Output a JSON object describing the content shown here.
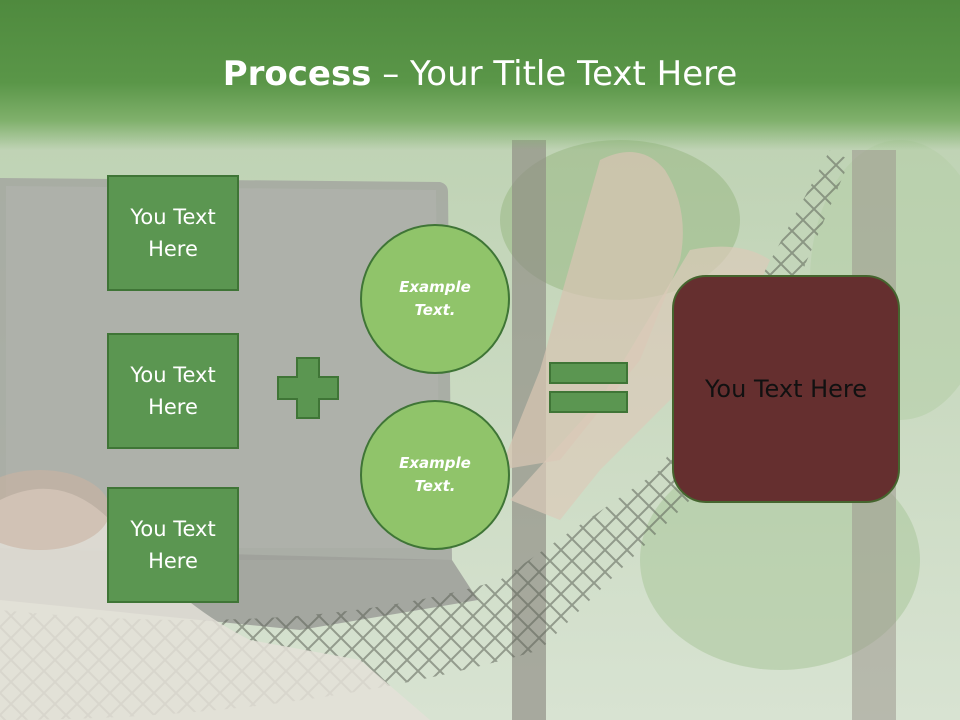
{
  "title": {
    "bold": "Process",
    "rest": " – Your Title Text Here"
  },
  "left_boxes": [
    {
      "label": "You Text Here"
    },
    {
      "label": "You Text Here"
    },
    {
      "label": "You Text Here"
    }
  ],
  "circles": [
    {
      "label": "Example Text."
    },
    {
      "label": "Example Text."
    }
  ],
  "result": {
    "label": "You Text Here"
  },
  "colors": {
    "title_band": "#5a9648",
    "box_fill": "#5b9651",
    "box_border": "#3f7536",
    "circle_fill": "#90c46a",
    "result_fill": "#652f2f"
  }
}
